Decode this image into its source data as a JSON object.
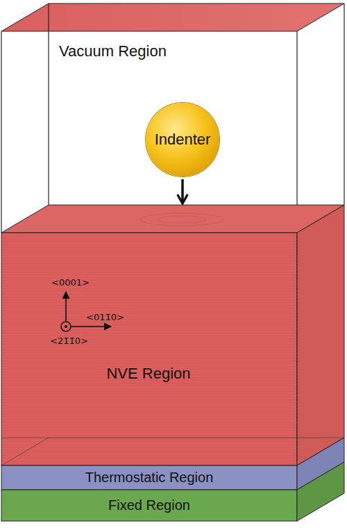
{
  "diagram": {
    "nodes": [
      {
        "text": [
          "Vacuum Region"
        ]
      },
      {
        "text": [
          "Indenter"
        ],
        "in": 0
      },
      {
        "text": [
          "NVE Region"
        ]
      },
      {
        "text": [
          "Thermostatic Region"
        ]
      },
      {
        "text": [
          "Fixed Region"
        ]
      }
    ],
    "edges": [
      {
        "from": 1,
        "to": 2,
        "arrow": "to"
      }
    ],
    "labels": [
      "<0001>",
      "<011̄0>",
      "<21̄1̄0>"
    ]
  }
}
